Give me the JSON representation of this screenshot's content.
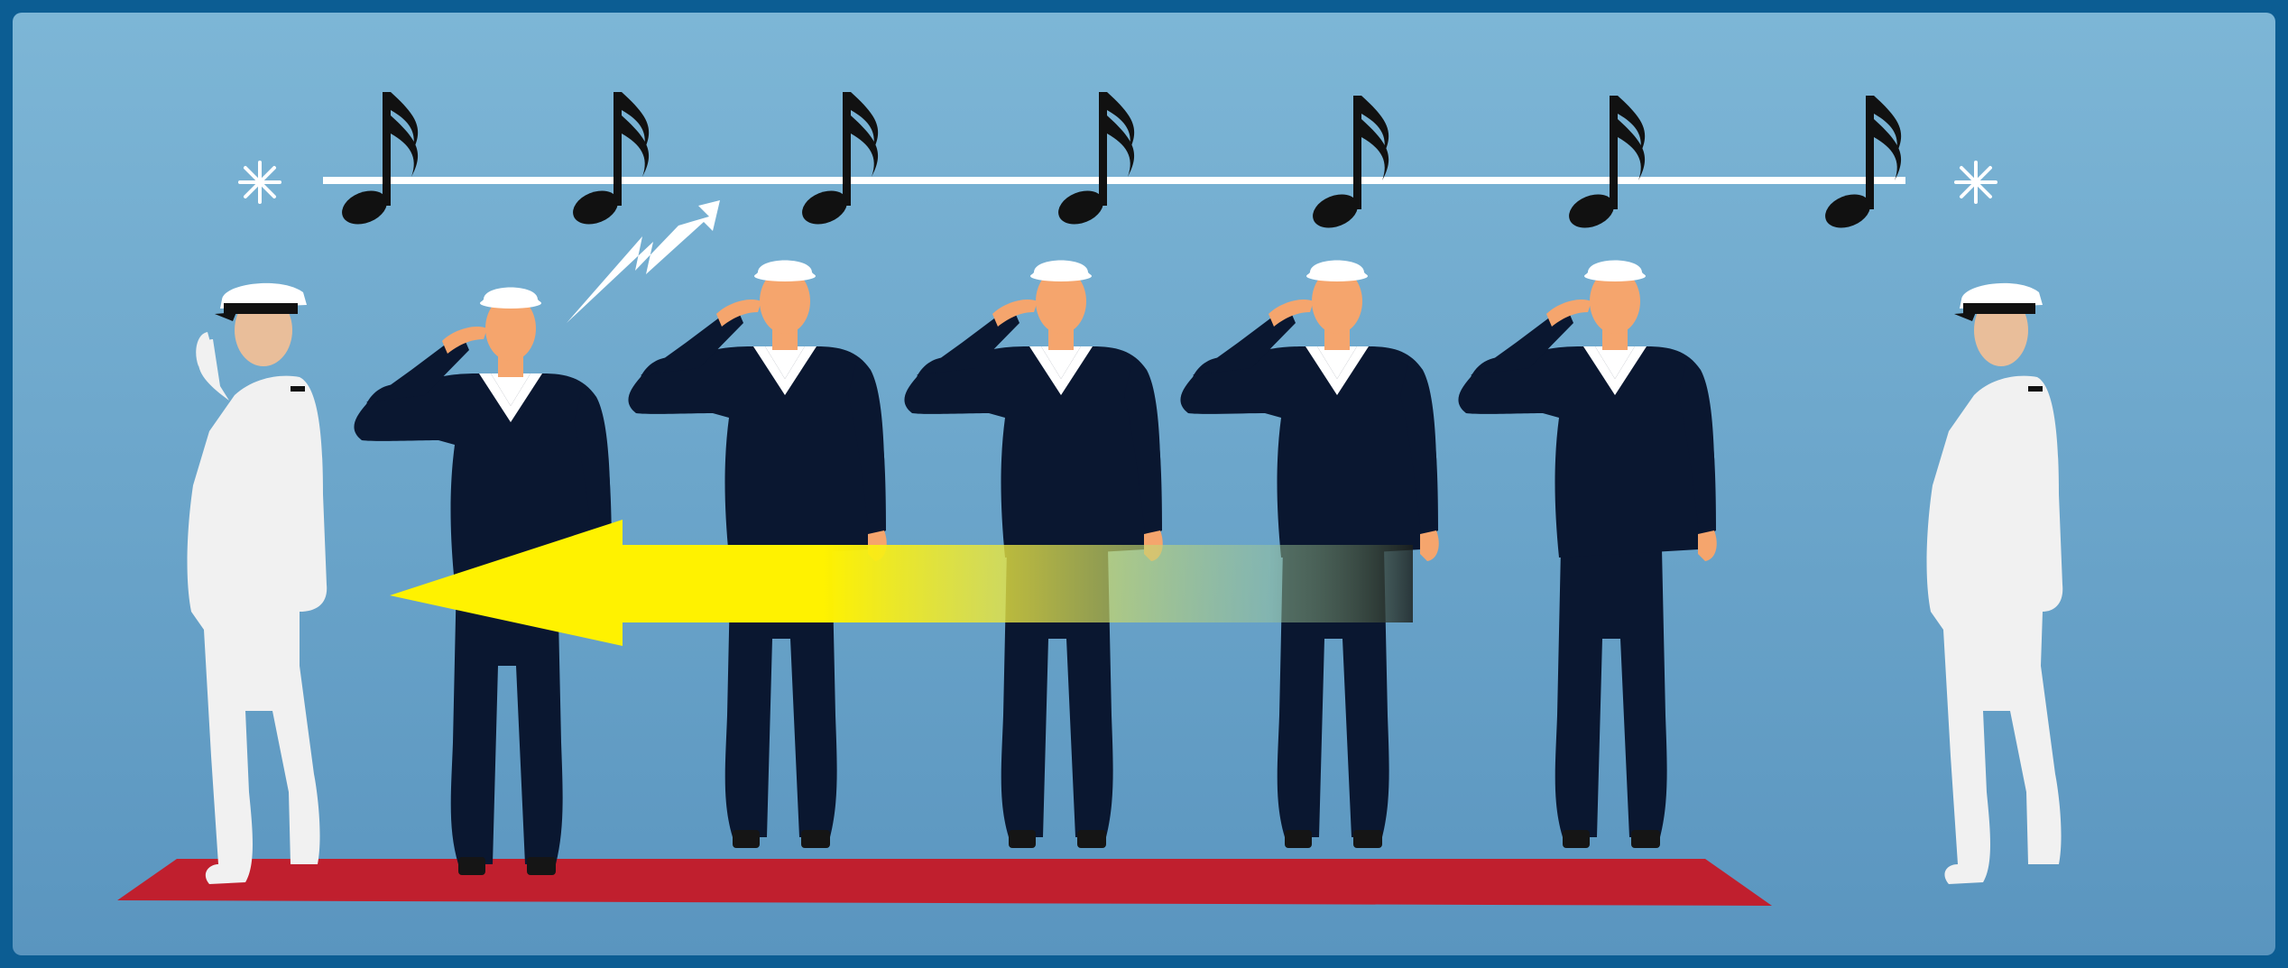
{
  "scene": {
    "frame_color": "#0c5d93",
    "panel_colors": [
      "#7db6d6",
      "#5a95bf"
    ],
    "carpet_color": "#c01f2e",
    "sailor_uniform_color": "#0a1730",
    "officer_uniform_color": "#f1f1f1",
    "skin_color": "#f5a56d",
    "officer_skin_color": "#e9be9a",
    "arrow_color": "#fff200",
    "notes": [
      "sixteenth-note-icon",
      "sixteenth-note-icon",
      "sixteenth-note-icon",
      "sixteenth-note-icon",
      "sixteenth-note-icon",
      "sixteenth-note-icon",
      "sixteenth-note-icon"
    ],
    "sparkles": [
      "asterisk-sparkle-icon",
      "asterisk-sparkle-icon"
    ],
    "figures": {
      "officers": [
        "officer-left-saluting",
        "officer-right-standing"
      ],
      "sailors": [
        "sailor-1-saluting-shouting",
        "sailor-2-saluting",
        "sailor-3-saluting",
        "sailor-4-saluting",
        "sailor-5-saluting"
      ]
    },
    "effects": [
      "shout-lightning-icon",
      "arrow-left-icon"
    ]
  }
}
